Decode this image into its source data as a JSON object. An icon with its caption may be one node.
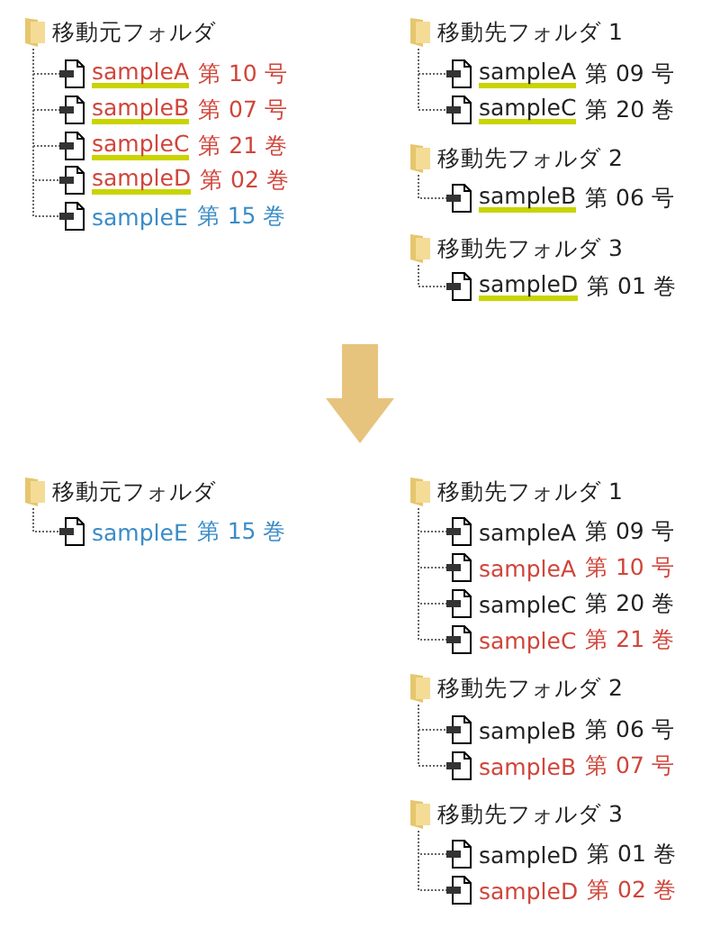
{
  "diagram": {
    "nodes": [
      {
        "text": [
          "移動元フォルダ"
        ]
      },
      {
        "text": [
          "sampleA",
          "第 10 号"
        ]
      },
      {
        "text": [
          "sampleB",
          "第 07 号"
        ]
      },
      {
        "text": [
          "sampleC",
          "第 21 巻"
        ]
      },
      {
        "text": [
          "sampleD",
          "第 02 巻"
        ]
      },
      {
        "text": [
          "sampleE",
          "第 15 巻"
        ]
      },
      {
        "text": [
          "移動先フォルダ 1"
        ]
      },
      {
        "text": [
          "sampleA",
          "第 09 号"
        ]
      },
      {
        "text": [
          "sampleC",
          "第 20 巻"
        ]
      },
      {
        "text": [
          "移動先フォルダ 2"
        ]
      },
      {
        "text": [
          "sampleB",
          "第 06 号"
        ]
      },
      {
        "text": [
          "移動先フォルダ 3"
        ]
      },
      {
        "text": [
          "sampleD",
          "第 01 巻"
        ]
      },
      {
        "text": [
          "移動元フォルダ"
        ]
      },
      {
        "text": [
          "sampleE",
          "第 15 巻"
        ]
      },
      {
        "text": [
          "移動先フォルダ 1"
        ]
      },
      {
        "text": [
          "sampleA",
          "第 09 号"
        ]
      },
      {
        "text": [
          "sampleA",
          "第 10 号"
        ]
      },
      {
        "text": [
          "sampleC",
          "第 20 巻"
        ]
      },
      {
        "text": [
          "sampleC",
          "第 21 巻"
        ]
      },
      {
        "text": [
          "移動先フォルダ 2"
        ]
      },
      {
        "text": [
          "sampleB",
          "第 06 号"
        ]
      },
      {
        "text": [
          "sampleB",
          "第 07 号"
        ]
      },
      {
        "text": [
          "移動先フォルダ 3"
        ]
      },
      {
        "text": [
          "sampleD",
          "第 01 巻"
        ]
      },
      {
        "text": [
          "sampleD",
          "第 02 巻"
        ]
      }
    ],
    "edges": [
      {
        "from": 0,
        "to": 1,
        "arrow": "none",
        "style": "dashed"
      },
      {
        "from": 0,
        "to": 2,
        "arrow": "none",
        "style": "dashed"
      },
      {
        "from": 0,
        "to": 3,
        "arrow": "none",
        "style": "dashed"
      },
      {
        "from": 0,
        "to": 4,
        "arrow": "none",
        "style": "dashed"
      },
      {
        "from": 0,
        "to": 5,
        "arrow": "none",
        "style": "dashed"
      },
      {
        "from": 6,
        "to": 7,
        "arrow": "none",
        "style": "dashed"
      },
      {
        "from": 6,
        "to": 8,
        "arrow": "none",
        "style": "dashed"
      },
      {
        "from": 9,
        "to": 10,
        "arrow": "none",
        "style": "dashed"
      },
      {
        "from": 11,
        "to": 12,
        "arrow": "none",
        "style": "dashed"
      },
      {
        "from": 13,
        "to": 14,
        "arrow": "none",
        "style": "dashed"
      },
      {
        "from": 15,
        "to": 16,
        "arrow": "none",
        "style": "dashed"
      },
      {
        "from": 15,
        "to": 17,
        "arrow": "none",
        "style": "dashed"
      },
      {
        "from": 15,
        "to": 18,
        "arrow": "none",
        "style": "dashed"
      },
      {
        "from": 15,
        "to": 19,
        "arrow": "none",
        "style": "dashed"
      },
      {
        "from": 20,
        "to": 21,
        "arrow": "none",
        "style": "dashed"
      },
      {
        "from": 20,
        "to": 22,
        "arrow": "none",
        "style": "dashed"
      },
      {
        "from": 23,
        "to": 24,
        "arrow": "none",
        "style": "dashed"
      },
      {
        "from": 23,
        "to": 25,
        "arrow": "none",
        "style": "dashed"
      }
    ]
  }
}
